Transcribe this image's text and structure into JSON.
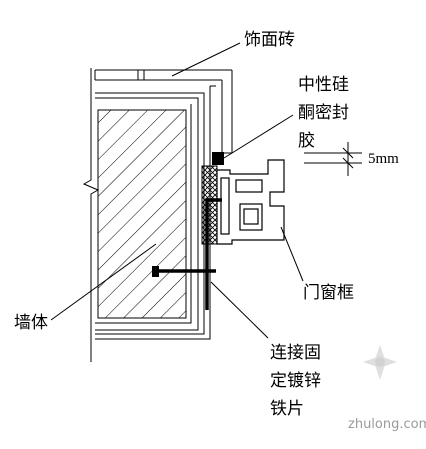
{
  "labels": {
    "tile": "饰面砖",
    "sealant": [
      "中性硅",
      "酮密封",
      "胶"
    ],
    "dimension": "5mm",
    "frame": "门窗框",
    "wall": "墙体",
    "plate": [
      "连接固",
      "定镀锌",
      "铁片"
    ]
  },
  "watermark": "zhulong.com"
}
